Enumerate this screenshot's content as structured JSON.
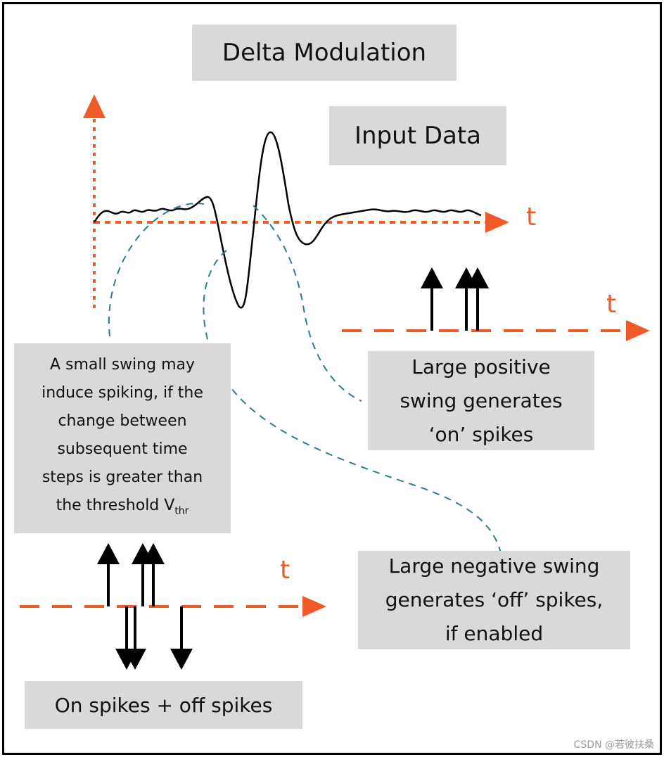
{
  "title": "Delta Modulation",
  "input_label": "Input Data",
  "axis_symbol": "t",
  "small_swing": {
    "line1": "A small swing may",
    "line2": "induce spiking, if the",
    "line3": "change between",
    "line4": "subsequent time",
    "line5": "steps is greater than",
    "line6_prefix": "the threshold V",
    "line6_sub": "thr"
  },
  "positive_swing": {
    "line1": "Large positive",
    "line2": "swing generates",
    "line3": "‘on’ spikes"
  },
  "negative_swing": {
    "line1": "Large negative swing",
    "line2": "generates ‘off’ spikes,",
    "line3": "if enabled"
  },
  "on_off_label": "On spikes + off spikes",
  "watermark": "CSDN @若彼扶桑",
  "colors": {
    "axis": "#f05a28",
    "box": "#d9d9d9",
    "leader": "#2e7d8c",
    "signal": "#000000"
  }
}
